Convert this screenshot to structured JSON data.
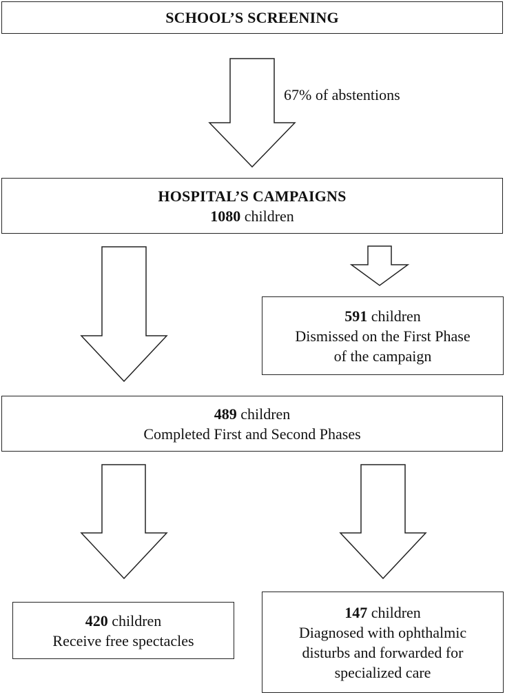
{
  "school_screening": {
    "title": "SCHOOL’S SCREENING"
  },
  "abstention_note": "67% of abstentions",
  "hospital_campaigns": {
    "title": "HOSPITAL’S CAMPAIGNS",
    "count": "1080",
    "unit": "children"
  },
  "dismissed": {
    "count": "591",
    "unit": "children",
    "line1": "Dismissed on the First Phase",
    "line2": "of the campaign"
  },
  "completed": {
    "count": "489",
    "unit": "children",
    "description": "Completed First and Second Phases"
  },
  "spectacles": {
    "count": "420",
    "unit": "children",
    "description": "Receive free spectacles"
  },
  "specialized": {
    "count": "147",
    "unit": "children",
    "line1": "Diagnosed with ophthalmic",
    "line2": "disturbs and forwarded for",
    "line3": "specialized care"
  }
}
